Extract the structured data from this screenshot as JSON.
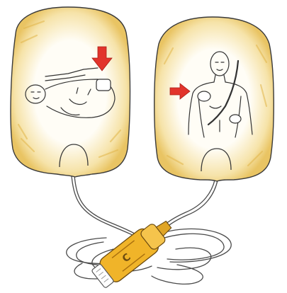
{
  "illustration": {
    "subject": "defibrillator-electrode-pads",
    "pad_count": 2,
    "connector_marking": "C",
    "colors": {
      "outline": "#3a3a3a",
      "pad_tint": "#e9c463",
      "pad_fill": "#fffdf4",
      "connector": "#f0b429",
      "connector_dark": "#a96f0e",
      "arrow": "#e2342c",
      "background": "#ffffff"
    }
  }
}
